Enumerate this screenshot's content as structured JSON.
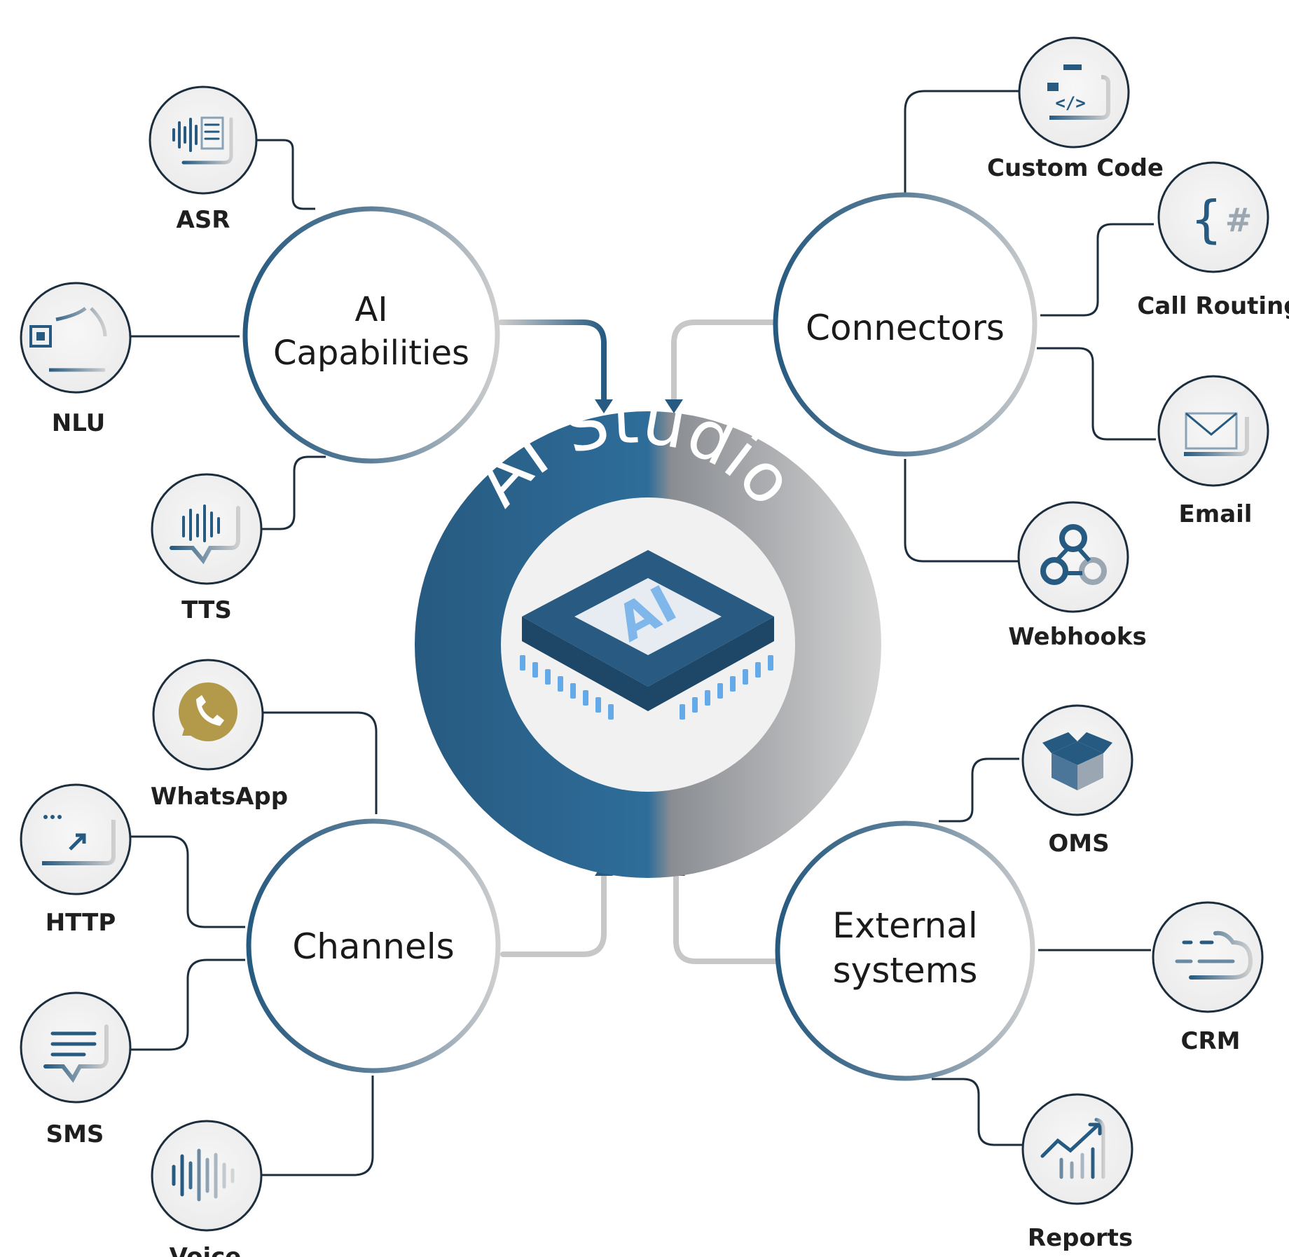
{
  "center": {
    "title": "AI Studio",
    "chip_label": "AI"
  },
  "hubs": {
    "ai_capabilities": {
      "line1": "AI",
      "line2": "Capabilities"
    },
    "connectors": {
      "line1": "Connectors"
    },
    "channels": {
      "line1": "Channels"
    },
    "external_systems": {
      "line1": "External",
      "line2": "systems"
    }
  },
  "nodes": {
    "asr": {
      "label": "ASR",
      "icon": "asr-waveform-icon"
    },
    "nlu": {
      "label": "NLU",
      "icon": "nlu-chip-icon"
    },
    "tts": {
      "label": "TTS",
      "icon": "tts-speech-icon"
    },
    "custom_code": {
      "label": "Custom Code",
      "icon": "code-brackets-icon"
    },
    "call_routing": {
      "label": "Call Routing",
      "icon": "curly-hash-icon"
    },
    "email": {
      "label": "Email",
      "icon": "envelope-icon"
    },
    "webhooks": {
      "label": "Webhooks",
      "icon": "webhook-icon"
    },
    "whatsapp": {
      "label": "WhatsApp",
      "icon": "whatsapp-icon"
    },
    "http": {
      "label": "HTTP",
      "icon": "browser-window-icon"
    },
    "sms": {
      "label": "SMS",
      "icon": "chat-bubble-icon"
    },
    "voice": {
      "label": "Voice",
      "icon": "voice-waveform-icon"
    },
    "oms": {
      "label": "OMS",
      "icon": "box-icon"
    },
    "crm": {
      "label": "CRM",
      "icon": "cloud-icon"
    },
    "reports": {
      "label": "Reports",
      "icon": "chart-trend-icon"
    }
  },
  "colors": {
    "primary_blue": "#275a80",
    "light_gray": "#c9c9c9",
    "chip_blue": "#64a9e8"
  }
}
